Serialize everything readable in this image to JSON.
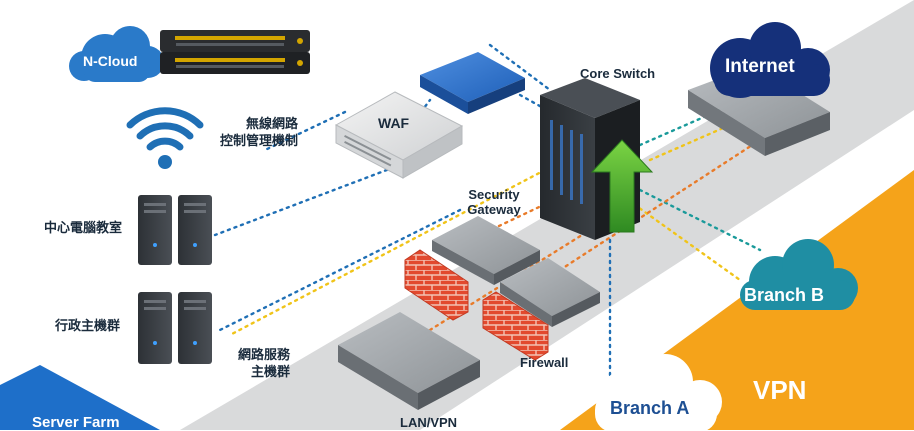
{
  "labels": {
    "n_cloud": "N-Cloud",
    "internet": "Internet",
    "branch_b": "Branch B",
    "branch_a": "Branch A",
    "vpn": "VPN",
    "core_switch": "Core Switch",
    "waf": "WAF",
    "security_gateway": "Security Gateway",
    "firewall": "Firewall",
    "lan_vpn": "LAN/VPN",
    "server_farm": "Server Farm",
    "wireless_line1": "無線網路",
    "wireless_line2": "控制管理機制",
    "data_center": "中心電腦教室",
    "admin_hosts": "行政主機群",
    "net_service_line1": "網路服務",
    "net_service_line2": "主機群"
  },
  "colors": {
    "zone_gray": "#d9dadb",
    "zone_orange": "#f5a31a",
    "blue_cloud": "#2a7ac9",
    "navy_cloud": "#15307a",
    "teal_cloud": "#1f8ea3",
    "link_blue": "#1f6fb5",
    "link_orange": "#e87b2a",
    "link_teal": "#1a9a9a",
    "link_yellow": "#f0c419"
  }
}
